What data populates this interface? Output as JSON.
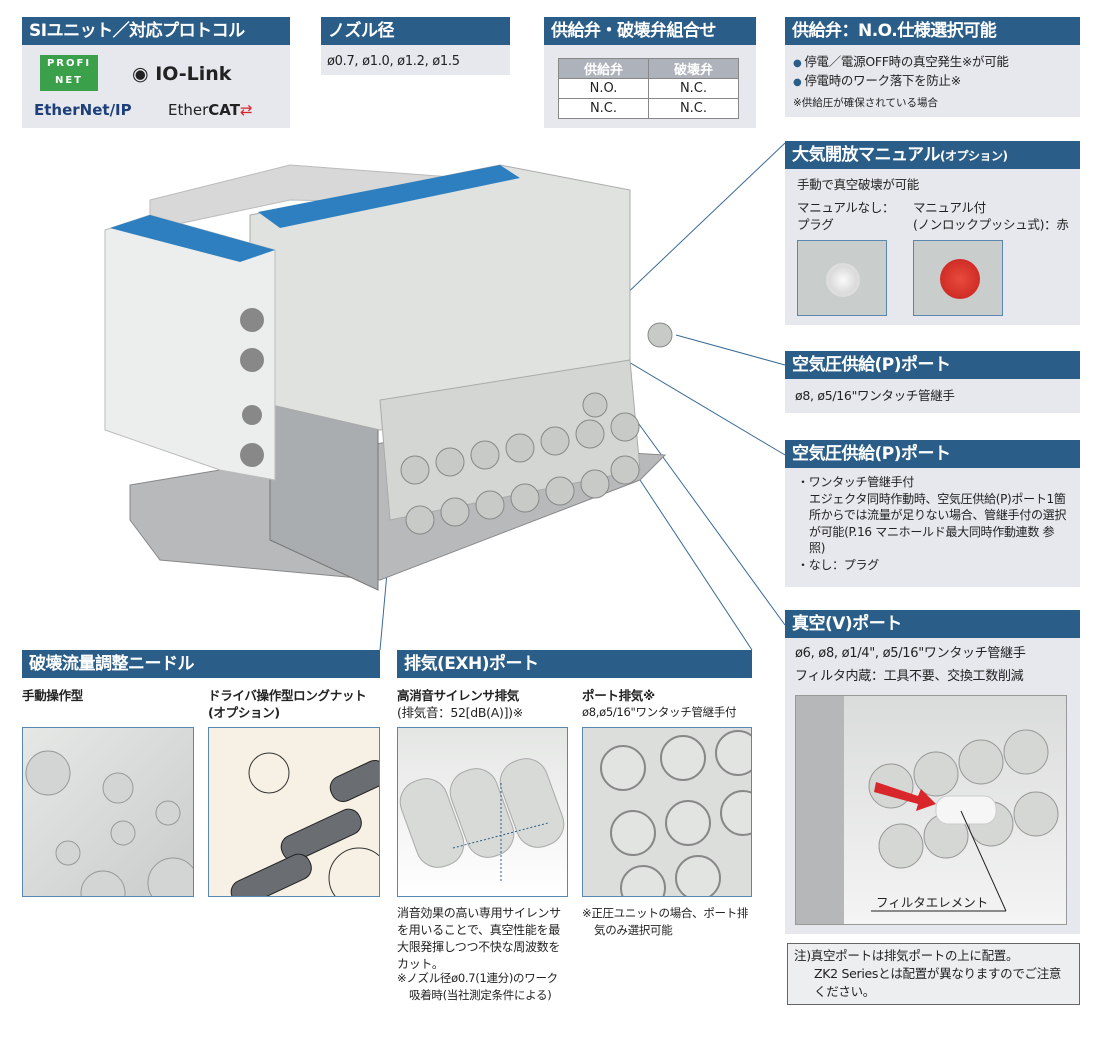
{
  "si_unit": {
    "title": "SIユニット／対応プロトコル",
    "logos": [
      "PROFINET",
      "IO-Link",
      "EtherNet/IP",
      "EtherCAT"
    ]
  },
  "nozzle": {
    "title": "ノズル径",
    "value": "ø0.7, ø1.0, ø1.2, ø1.5"
  },
  "combination": {
    "title": "供給弁・破壊弁組合せ",
    "headers": [
      "供給弁",
      "破壊弁"
    ],
    "rows": [
      [
        "N.O.",
        "N.C."
      ],
      [
        "N.C.",
        "N.C."
      ]
    ]
  },
  "no_spec": {
    "title": "供給弁：N.O.仕様選択可能",
    "items": [
      "停電／電源OFF時の真空発生※が可能",
      "停電時のワーク落下を防止※"
    ],
    "note": "※供給圧が確保されている場合"
  },
  "manual": {
    "title": "大気開放マニュアル",
    "title_suffix": "(オプション)",
    "desc": "手動で真空破壊が可能",
    "left_label": "マニュアルなし：",
    "left_label2": "プラグ",
    "right_label": "マニュアル付",
    "right_label2": "(ノンロックプッシュ式)：赤"
  },
  "supply1": {
    "title": "空気圧供給(P)ポート",
    "value": "ø8, ø5/16\"ワンタッチ管継手"
  },
  "supply2": {
    "title": "空気圧供給(P)ポート",
    "item1": "・ワンタッチ管継手付",
    "item1_desc": "エジェクタ同時作動時、空気圧供給(P)ポート1箇所からでは流量が足りない場合、管継手付の選択が可能(P.16 マニホールド最大同時作動連数 参照)",
    "item2": "・なし：プラグ"
  },
  "vacuum": {
    "title": "真空(V)ポート",
    "line1": "ø6, ø8, ø1/4\", ø5/16\"ワンタッチ管継手",
    "line2": "フィルタ内蔵：工具不要、交換工数削減",
    "callout": "フィルタエレメント",
    "note1": "注)真空ポートは排気ポートの上に配置。",
    "note2": "ZK2 Seriesとは配置が異なりますのでご注意ください。"
  },
  "needle": {
    "title": "破壊流量調整ニードル",
    "left_label": "手動操作型",
    "right_label": "ドライバ操作型ロングナット",
    "right_label2": "(オプション)"
  },
  "exhaust": {
    "title": "排気(EXH)ポート",
    "left_label": "高消音サイレンサ排気",
    "left_label2": "(排気音：52[dB(A)])※",
    "left_desc": "消音効果の高い専用サイレンサを用いることで、真空性能を最大限発揮しつつ不快な周波数をカット。",
    "left_note": "※ノズル径ø0.7(1連分)のワーク吸着時(当社測定条件による)",
    "right_label": "ポート排気※",
    "right_label2": "ø8,ø5/16\"ワンタッチ管継手付",
    "right_note": "※正圧ユニットの場合、ポート排気のみ選択可能"
  },
  "colors": {
    "header": "#2a5d87",
    "panel": "#e6e8ee",
    "red": "#d8262a"
  }
}
